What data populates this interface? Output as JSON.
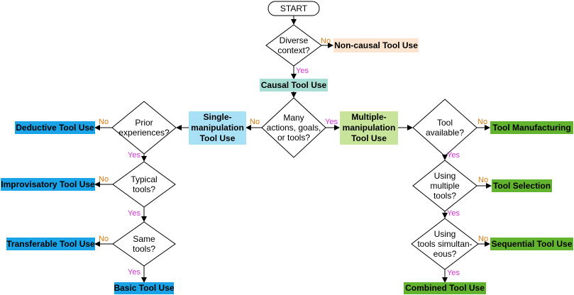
{
  "colors": {
    "peach": "#fbe5d0",
    "teal": "#a8ddd3",
    "light_blue": "#a8e1f5",
    "light_green": "#c7e49a",
    "blue": "#1aa3e6",
    "green": "#62b32e",
    "yes": "#d633d6",
    "no": "#e07a10"
  },
  "start": "START",
  "decisions": {
    "diverse": [
      "Diverse",
      "context?"
    ],
    "many": [
      "Many",
      "actions, goals,",
      "or tools?"
    ],
    "prior": [
      "Prior",
      "experiences?"
    ],
    "typical": [
      "Typical",
      "tools?"
    ],
    "same": [
      "Same",
      "tools?"
    ],
    "available": [
      "Tool",
      "available?"
    ],
    "multiple": [
      "Using",
      "multiple",
      "tools?"
    ],
    "simultaneous": [
      "Using",
      "tools simultan-",
      "eous?"
    ]
  },
  "outcomes": {
    "non_causal": "Non-causal Tool Use",
    "causal": "Causal Tool Use",
    "single": [
      "Single-",
      "manipulation",
      "Tool Use"
    ],
    "multiple": [
      "Multiple-",
      "manipulation",
      "Tool Use"
    ],
    "deductive": "Deductive Tool Use",
    "improvisatory": "Improvisatory Tool Use",
    "transferable": "Transferable Tool Use",
    "basic": "Basic Tool Use",
    "manufacturing": "Tool Manufacturing",
    "selection": "Tool Selection",
    "sequential": "Sequential Tool Use",
    "combined": "Combined Tool Use"
  },
  "labels": {
    "yes": "Yes",
    "no": "No"
  }
}
